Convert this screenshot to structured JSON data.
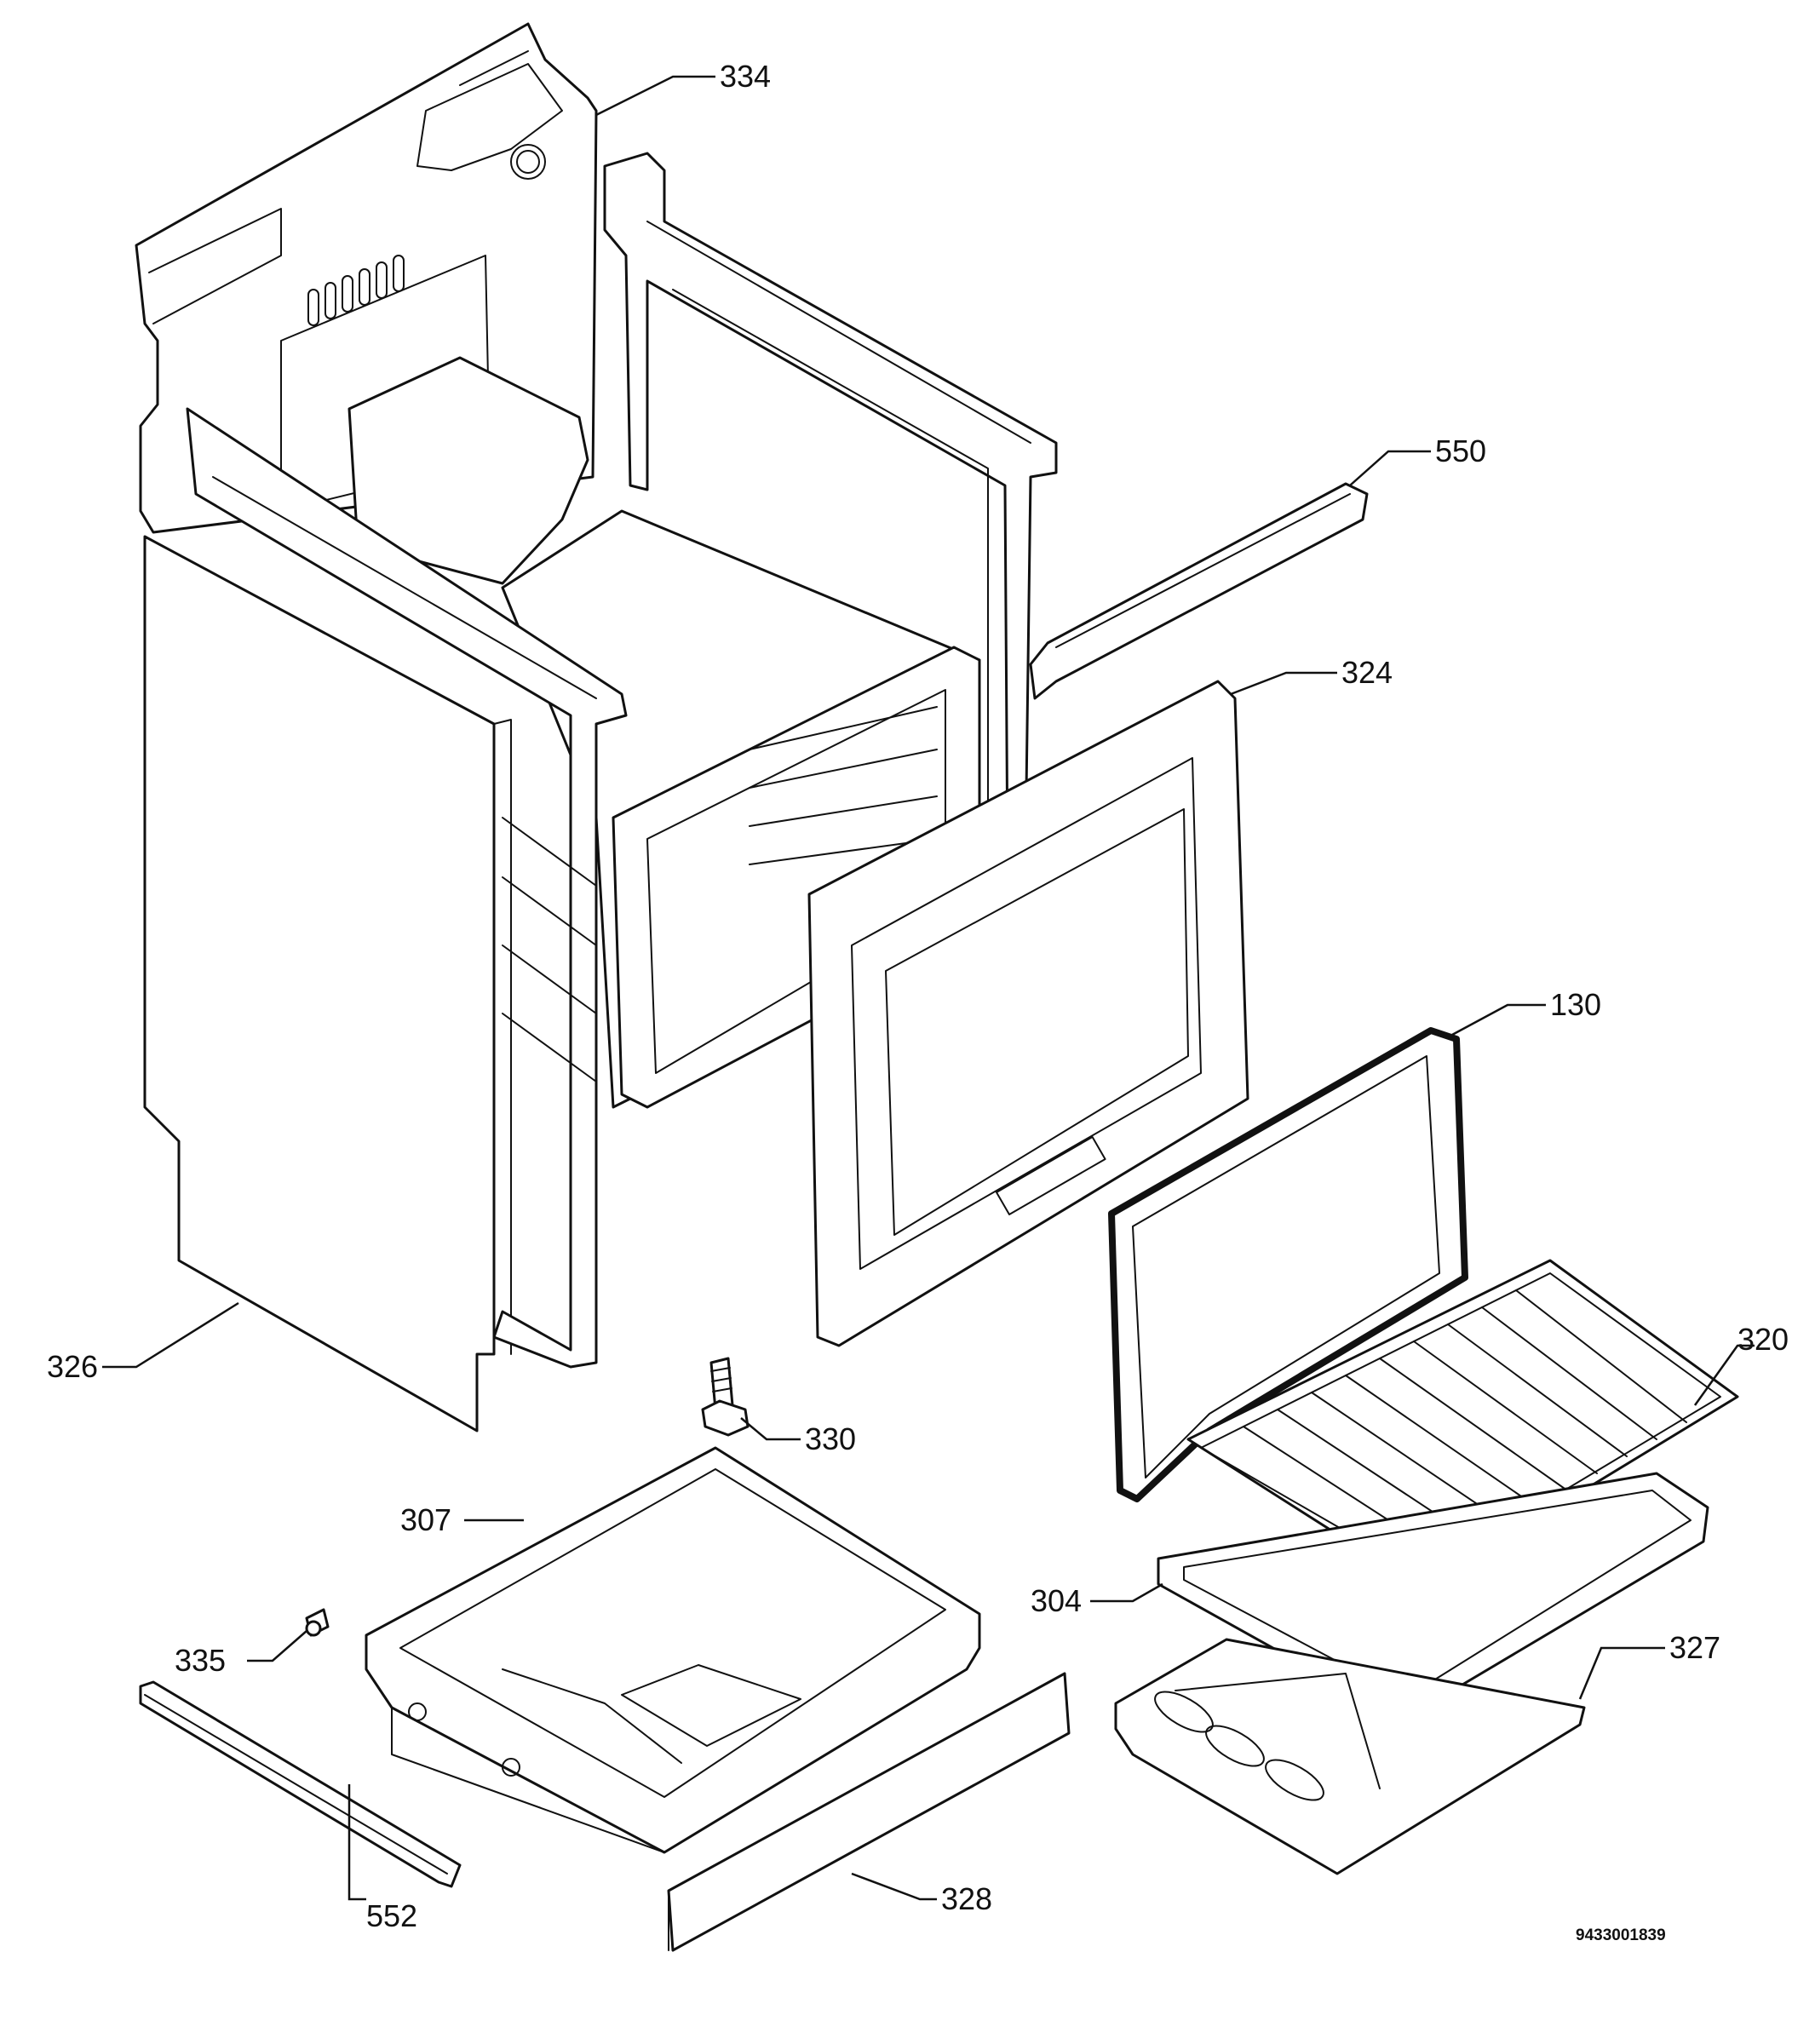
{
  "callouts": {
    "c334": "334",
    "c550": "550",
    "c324": "324",
    "c130": "130",
    "c320": "320",
    "c326": "326",
    "c330": "330",
    "c307": "307",
    "c304": "304",
    "c327": "327",
    "c335": "335",
    "c328": "328",
    "c552": "552"
  },
  "document_number": "9433001839",
  "colors": {
    "line": "#111111",
    "background": "#ffffff"
  }
}
